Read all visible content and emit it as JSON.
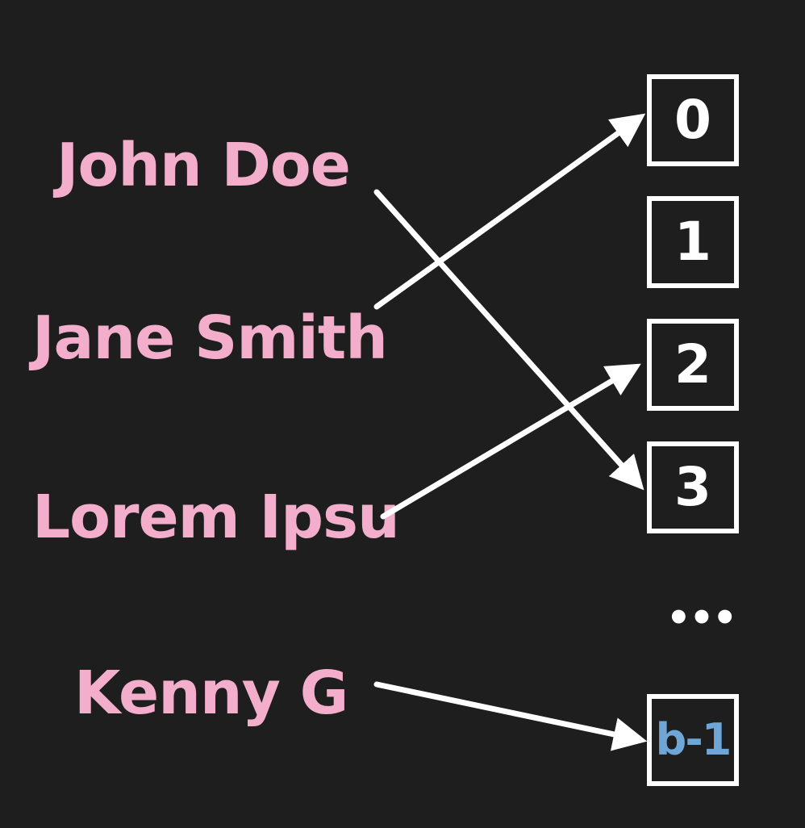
{
  "keys": [
    "John Doe",
    "Jane Smith",
    "Lorem Ipsu",
    "Kenny G"
  ],
  "buckets": [
    "0",
    "1",
    "2",
    "3",
    "b-1"
  ],
  "ellipsis": "•••",
  "mappings": [
    {
      "from": "John Doe",
      "to": "3"
    },
    {
      "from": "Jane Smith",
      "to": "0"
    },
    {
      "from": "Lorem Ipsu",
      "to": "2"
    },
    {
      "from": "Kenny G",
      "to": "b-1"
    }
  ],
  "colors": {
    "background": "#1e1e1e",
    "key_text": "#f2aecb",
    "bucket_border": "#ffffff",
    "bucket_text": "#ffffff",
    "last_bucket_text": "#6fa6d6",
    "arrow": "#ffffff"
  }
}
